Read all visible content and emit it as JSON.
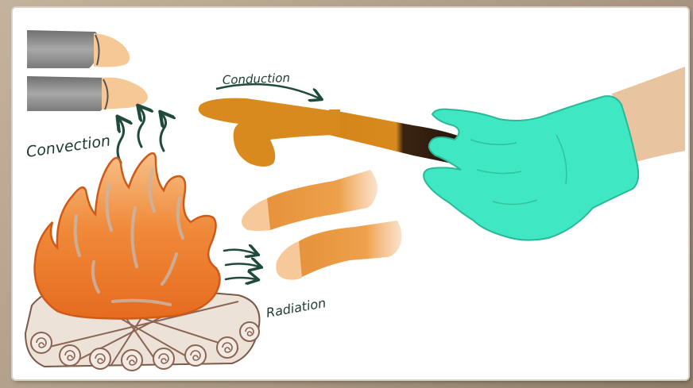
{
  "labels": {
    "conduction": "Conduction",
    "convection": "Convection",
    "radiation": "Radiation"
  },
  "colors": {
    "arrow": "#1f4a3c",
    "flame": "#ef7a2a",
    "glove": "#3fe8c3",
    "stick_hot": "#d9861c",
    "stick_cold": "#2b1a10",
    "skin": "#f3c99a",
    "sleeve": "#8e8e8e",
    "logs": "#e9dfd4"
  }
}
